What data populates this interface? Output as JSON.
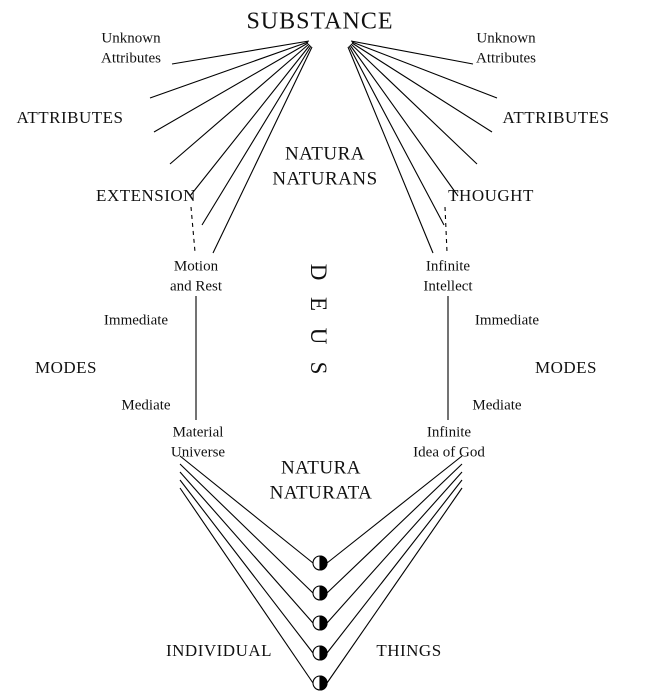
{
  "diagram": {
    "substance": "SUBSTANCE",
    "unknown_attributes_left": {
      "line1": "Unknown",
      "line2": "Attributes"
    },
    "unknown_attributes_right": {
      "line1": "Unknown",
      "line2": "Attributes"
    },
    "attributes_left": "ATTRIBUTES",
    "attributes_right": "ATTRIBUTES",
    "natura_naturans": {
      "line1": "NATURA",
      "line2": "NATURANS"
    },
    "extension": "EXTENSION",
    "thought": "THOUGHT",
    "motion_and_rest": {
      "line1": "Motion",
      "line2": "and Rest"
    },
    "infinite_intellect": {
      "line1": "Infinite",
      "line2": "Intellect"
    },
    "deus": {
      "letters": [
        "D",
        "E",
        "U",
        "S"
      ]
    },
    "immediate_left": "Immediate",
    "immediate_right": "Immediate",
    "modes_left": "MODES",
    "modes_right": "MODES",
    "mediate_left": "Mediate",
    "mediate_right": "Mediate",
    "material_universe": {
      "line1": "Material",
      "line2": "Universe"
    },
    "infinite_idea_of_god": {
      "line1": "Infinite",
      "line2": "Idea of God"
    },
    "natura_naturata": {
      "line1": "NATURA",
      "line2": "NATURATA"
    },
    "individual": "INDIVIDUAL",
    "things": "THINGS"
  },
  "colors": {
    "line": "#000000",
    "background": "#ffffff",
    "text": "#111111"
  }
}
